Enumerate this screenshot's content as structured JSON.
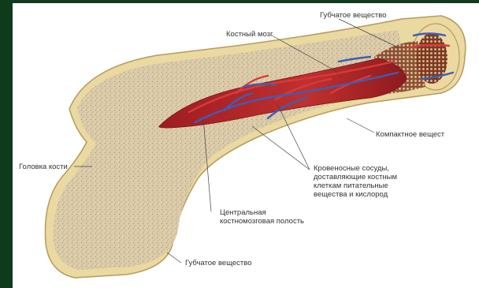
{
  "labels": {
    "spongy_top": "Губчатое вещество",
    "bone_marrow": "Костный мозг",
    "compact": "Компактное вещест",
    "head": "Головка кости",
    "vessels_1": "Кровеносные сосуды,",
    "vessels_2": "доставляющие костным",
    "vessels_3": "клеткам питательные",
    "vessels_4": "вещества и кислород",
    "cavity_1": "Центральная",
    "cavity_2": "костномозговая полость",
    "spongy_bottom": "Губчатое вещество"
  },
  "colors": {
    "background": "#0f3a1c",
    "panel": "#ffffff",
    "compact_bone": "#e9d9a3",
    "spongy_bone": "#d7c7a4",
    "marrow": "#b3222a",
    "artery": "#d83a3a",
    "vein": "#3a5fb8"
  }
}
